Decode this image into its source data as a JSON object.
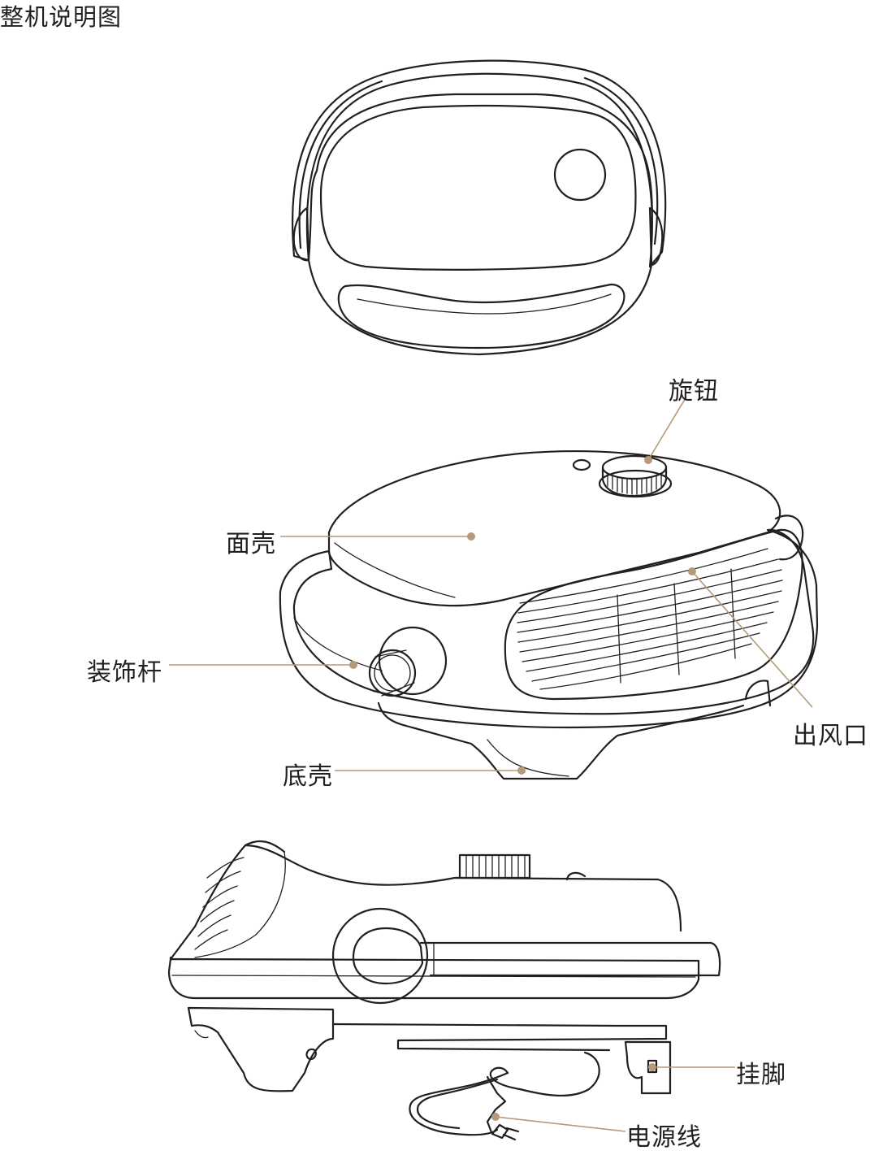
{
  "page": {
    "title": "整机说明图"
  },
  "labels": {
    "knob": "旋钮",
    "face_shell": "面壳",
    "decor_rod": "装饰杆",
    "air_outlet": "出风口",
    "bottom_shell": "底壳",
    "hanging_foot": "挂脚",
    "power_cord": "电源线"
  },
  "colors": {
    "line": "#231f20",
    "leader": "#b49a78",
    "background": "#ffffff"
  }
}
